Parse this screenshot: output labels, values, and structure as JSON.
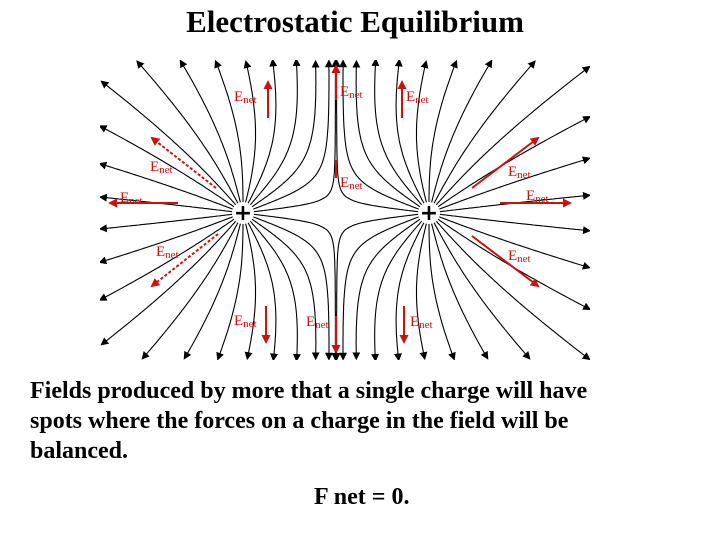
{
  "title": "Electrostatic Equilibrium",
  "diagram": {
    "charges": [
      {
        "name": "left-charge",
        "sign": "+"
      },
      {
        "name": "right-charge",
        "sign": "+"
      }
    ],
    "vector_label_main": "E",
    "vector_label_sub": "net",
    "colors": {
      "field_lines": "#000000",
      "vectors": "#cc1111",
      "labels": "#cc1111"
    }
  },
  "caption": {
    "line1": "Fields produced by more that a single charge will have",
    "line2": "spots where the  forces on a charge in the field  will be",
    "line3": "balanced.",
    "equation": "F net = 0."
  }
}
